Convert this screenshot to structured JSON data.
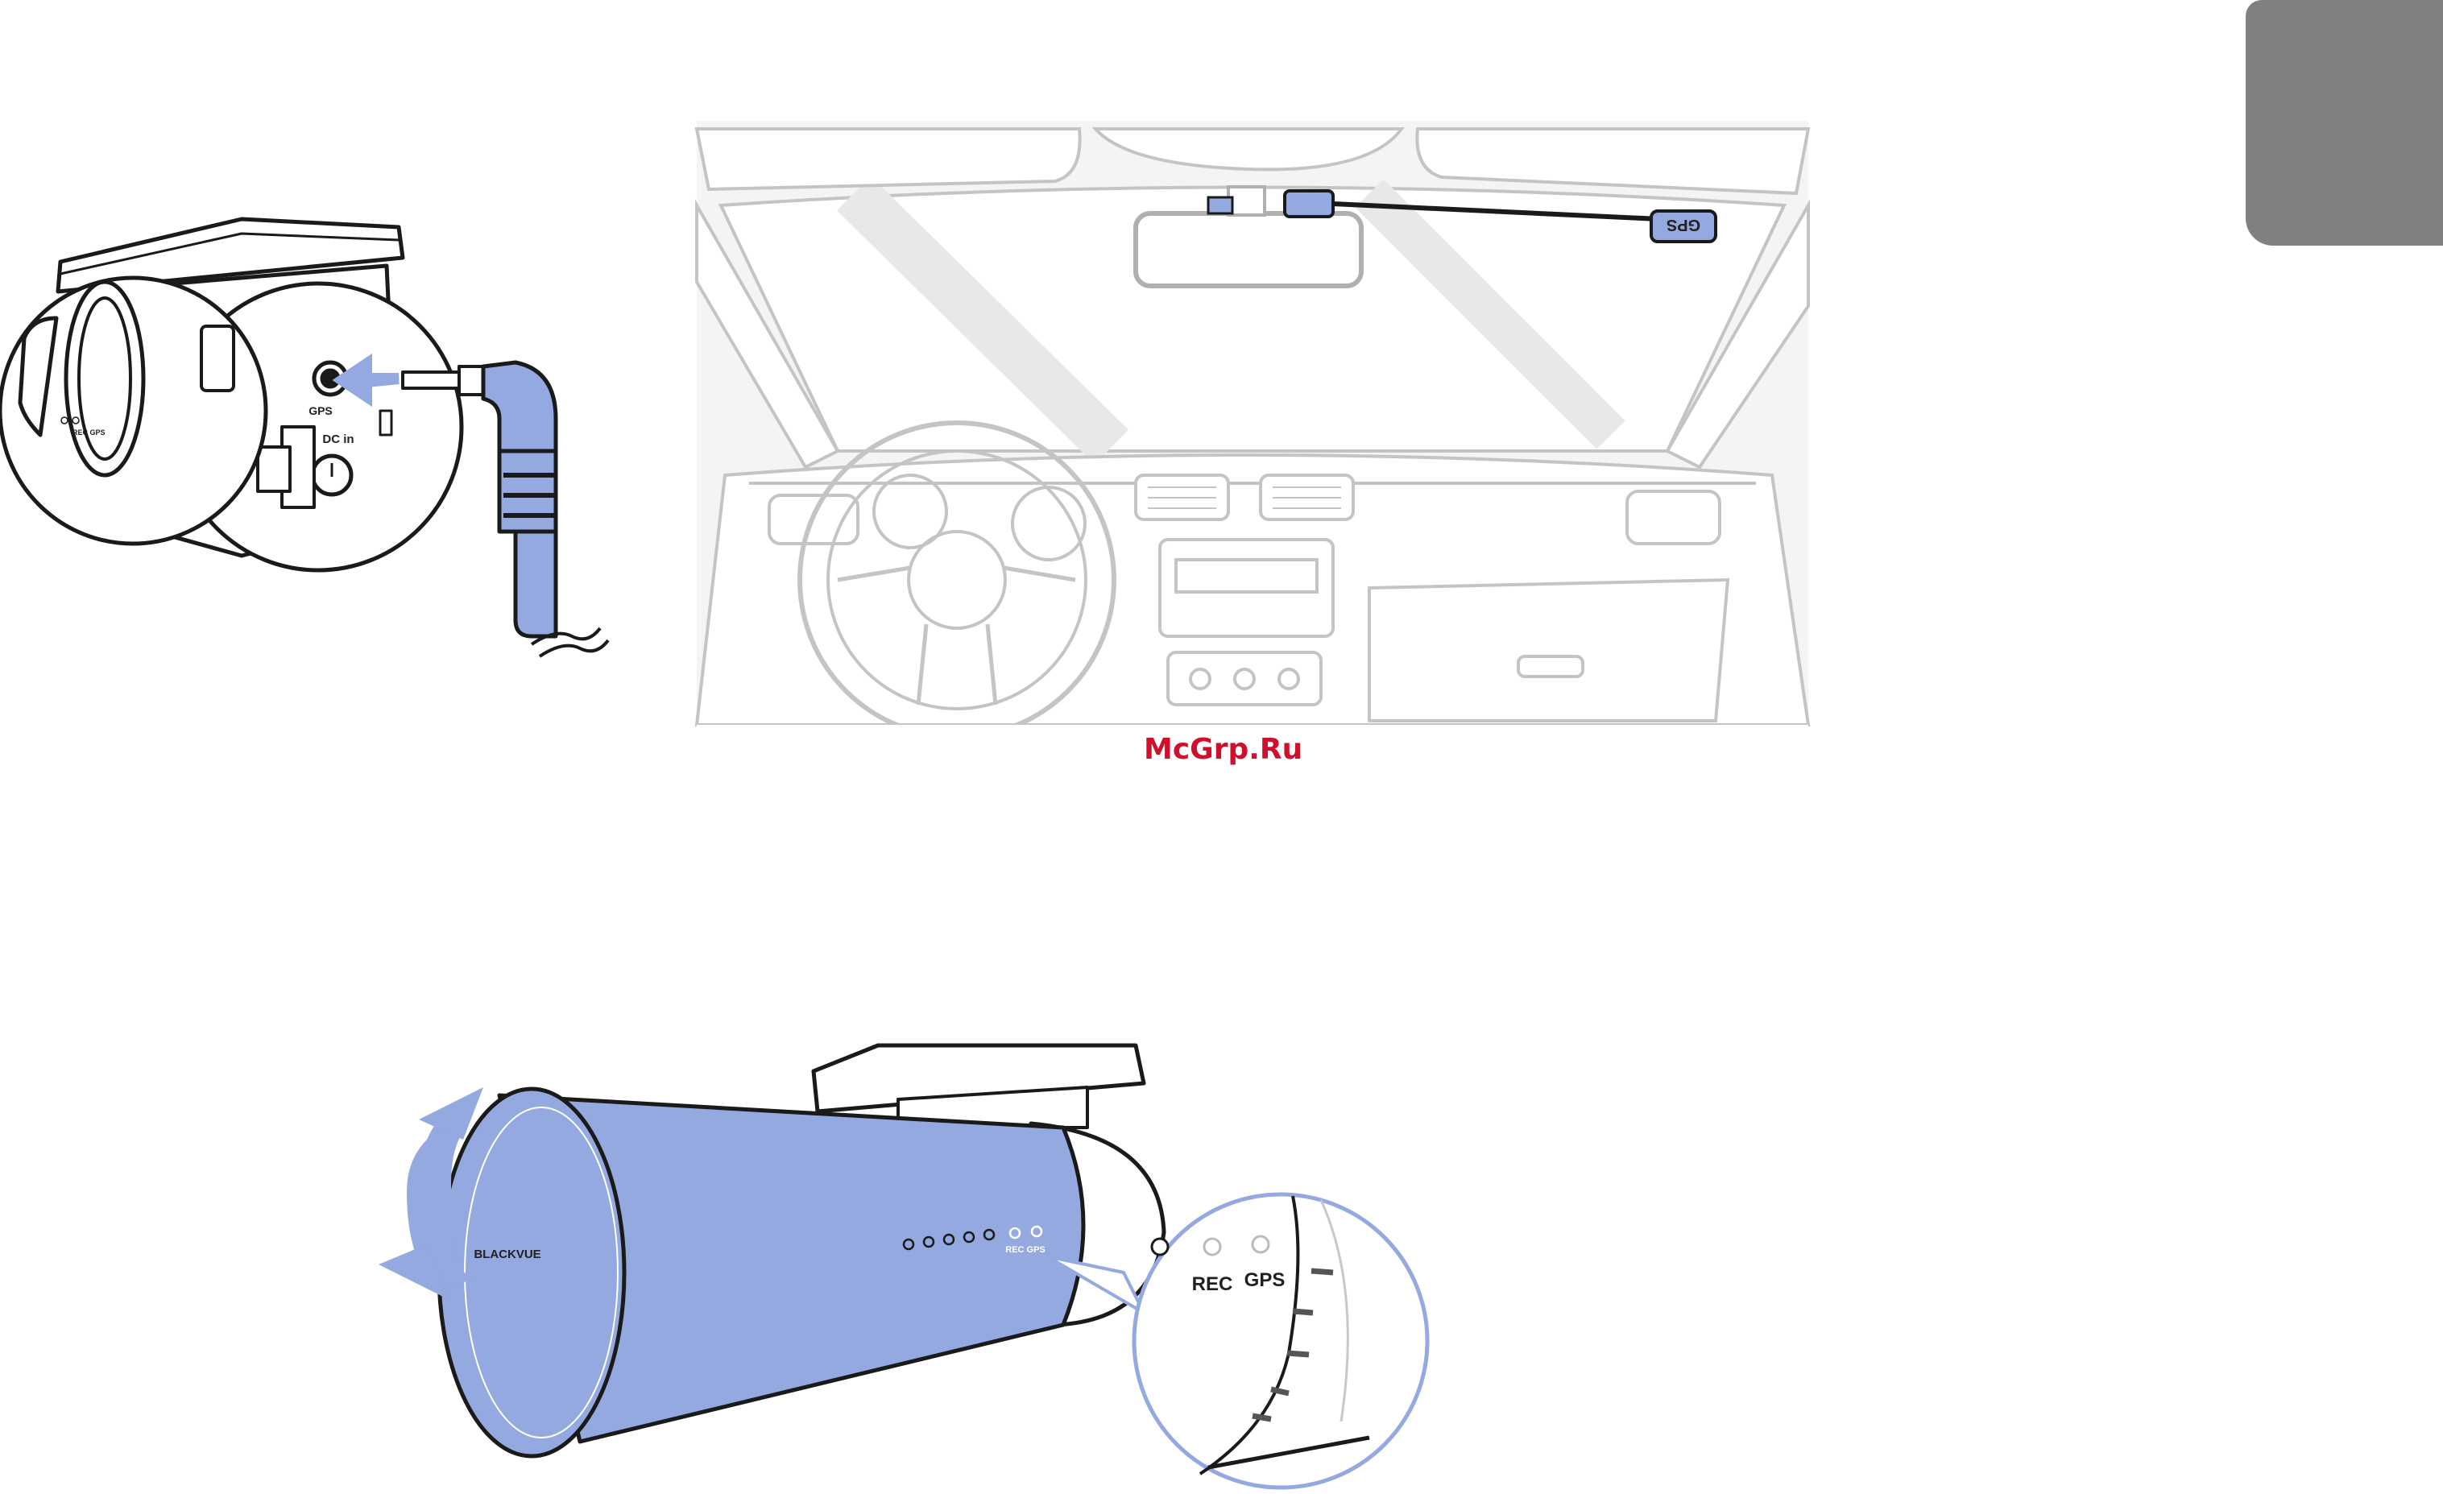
{
  "page": {
    "watermark": "McGrp.Ru",
    "side_tab_color": "#808080",
    "accent_color": "#94a9df"
  },
  "figure_gps_connect": {
    "gps_port_label": "GPS",
    "dc_in_label": "DC in",
    "led_label": "REC GPS"
  },
  "figure_car_interior": {
    "gps_module_label": "GPS"
  },
  "figure_camera": {
    "brand_label": "BLACKVUE",
    "led_label_small": "REC GPS",
    "zoom_rec_label": "REC",
    "zoom_gps_label": "GPS"
  }
}
